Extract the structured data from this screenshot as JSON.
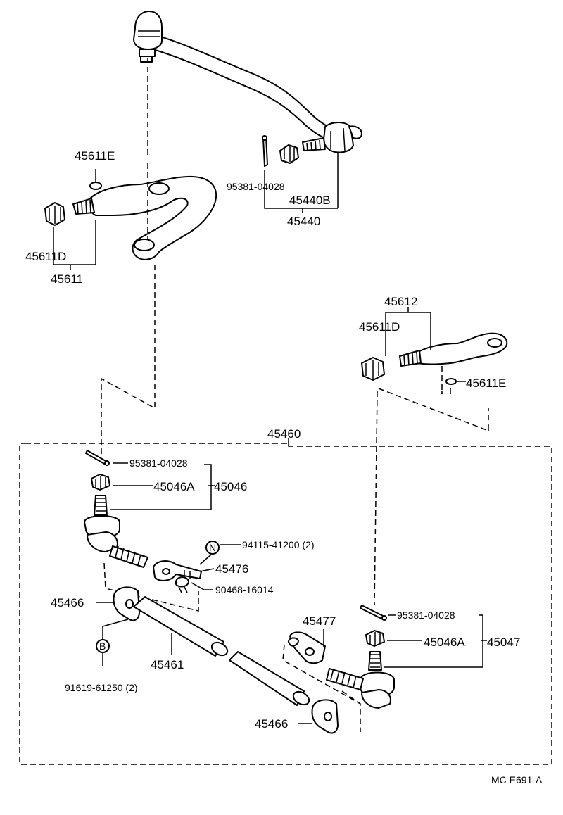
{
  "labels": {
    "p_45611E_top": "45611E",
    "p_95381_top": "95381-04028",
    "p_45440B": "45440B",
    "p_45440": "45440",
    "p_45611D_left": "45611D",
    "p_45611": "45611",
    "p_45612": "45612",
    "p_45611D_right": "45611D",
    "p_45611E_right": "45611E",
    "p_45460": "45460",
    "p_95381_a": "95381-04028",
    "p_45046A": "45046A",
    "p_45046": "45046",
    "p_94115": "94115-41200 (2)",
    "p_45476": "45476",
    "p_90468": "90468-16014",
    "p_45466_top": "45466",
    "p_45461": "45461",
    "p_91619": "91619-61250 (2)",
    "p_45477": "45477",
    "p_95381_b": "95381-04028",
    "p_45046A_b": "45046A",
    "p_45047": "45047",
    "p_45466_bot": "45466",
    "code_N": "N",
    "code_B": "B",
    "figure_ref": "MC E691-A"
  }
}
